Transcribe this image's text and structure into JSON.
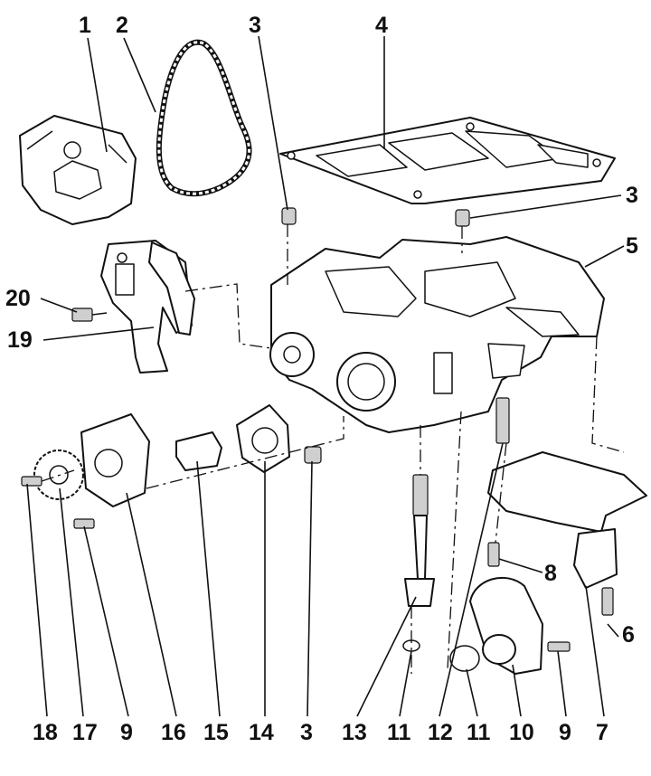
{
  "labels": {
    "l1": "1",
    "l2": "2",
    "l3a": "3",
    "l4": "4",
    "l3b": "3",
    "l5": "5",
    "l20": "20",
    "l19": "19",
    "l8": "8",
    "l6": "6",
    "b18": "18",
    "b17": "17",
    "b9a": "9",
    "b16": "16",
    "b15": "15",
    "b14": "14",
    "b3": "3",
    "b13": "13",
    "b11a": "11",
    "b12": "12",
    "b11b": "11",
    "b10": "10",
    "b9b": "9",
    "b7": "7"
  },
  "colors": {
    "ink": "#111111",
    "background": "#ffffff",
    "shade": "#cfcfcf"
  }
}
